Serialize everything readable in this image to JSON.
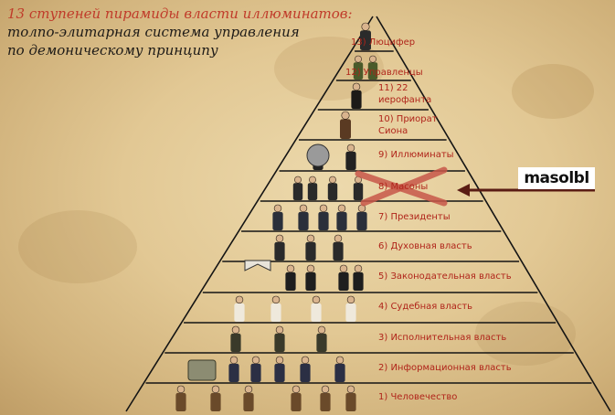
{
  "title": {
    "line1": "13 ступеней пирамиды власти иллюминатов:",
    "line2": "толпо-элитарная система управления",
    "line3": "по демоническому принципу"
  },
  "levels": [
    {
      "label": "13) Люцифер"
    },
    {
      "label": "12) Управленцы"
    },
    {
      "label": "11) 22"
    },
    {
      "label": "иерофанта"
    },
    {
      "label": "10) Приорат"
    },
    {
      "label": "Сиона"
    },
    {
      "label": "9) Иллюминаты"
    },
    {
      "label": "8) Масоны"
    },
    {
      "label": "7) Президенты"
    },
    {
      "label": "6) Духовная власть"
    },
    {
      "label": "5) Законодательная власть"
    },
    {
      "label": "4) Судебная власть"
    },
    {
      "label": "3) Исполнительная власть"
    },
    {
      "label": "2) Информационная власть"
    },
    {
      "label": "1) Человечество"
    }
  ],
  "annotation": {
    "label": "masolbl"
  },
  "colors": {
    "label": "#b0241a",
    "line": "#141414",
    "arrow": "#5a1c14",
    "cross": "#c8584a"
  }
}
